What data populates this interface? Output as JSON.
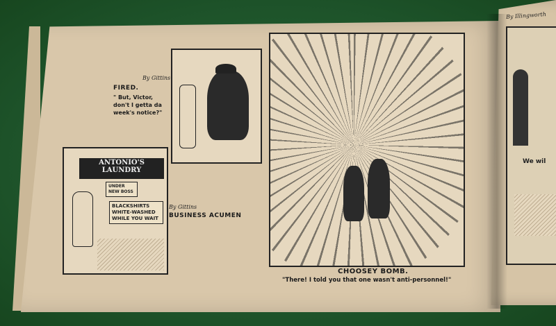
{
  "scene": {
    "description": "Photograph of an open vintage cartoon book lying on green felt",
    "background_color": "#1f5a2e",
    "paper_color": "#d9c7aa"
  },
  "cartoons": [
    {
      "id": "fired",
      "credit": "By Gittins",
      "title": "FIRED.",
      "caption": "\" But, Victor, don't I getta da week's notice?\""
    },
    {
      "id": "business-acumen",
      "credit": "By Gittins",
      "title": "BUSINESS ACUMEN",
      "signs": {
        "shop_name_line1": "ANTONIO'S",
        "shop_name_line2": "LAUNDRY",
        "notice": "UNDER NEW BOSS",
        "poster_line1": "BLACKSHIRTS",
        "poster_line2": "WHITE-WASHED",
        "poster_line3": "WHILE YOU WAIT"
      }
    },
    {
      "id": "choosey-bomb",
      "title": "CHOOSEY BOMB.",
      "caption": "\"There!  I told you that one wasn't anti-personnel!\""
    },
    {
      "id": "right-page",
      "credit": "By Illingworth",
      "partial_text": "We wil"
    }
  ]
}
